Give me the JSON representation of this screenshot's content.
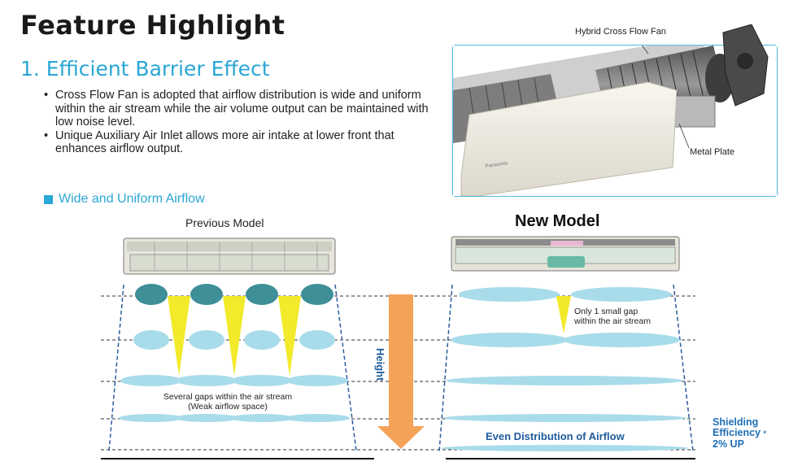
{
  "header": {
    "title": "Feature Highlight",
    "section_title": "1. Efficient Barrier Effect"
  },
  "bullets": [
    "Cross Flow Fan is adopted that airflow distribution is wide and uniform within the air stream while the air volume output can be maintained  with low noise level.",
    "Unique Auxiliary Air Inlet allows more air intake at lower front that enhances airflow output."
  ],
  "sub_heading": "Wide and Uniform Airflow",
  "photo": {
    "fan_label": "Hybrid Cross Flow Fan",
    "plate_label": "Metal Plate",
    "brand": "Panasonic"
  },
  "diagram": {
    "previous_model": "Previous Model",
    "new_model": "New Model",
    "gap_note": [
      "Only 1 small gap",
      "within the air stream"
    ],
    "gaps_note": [
      "Several gaps within the air stream",
      "(Weak airflow space)"
    ],
    "height_label": "Height",
    "even_label": "Even Distribution of Airflow",
    "shielding": [
      "Shielding",
      "Efficiency",
      "2% UP"
    ],
    "shielding_mark": "*"
  },
  "colors": {
    "accent": "#2aa7d6",
    "airflow_dark": "#3e8f98",
    "airflow_light": "#a9dcea",
    "gap_yellow": "#f2ea2a",
    "arrow_orange": "#f4a258",
    "label_blue": "#1f5c9c"
  }
}
